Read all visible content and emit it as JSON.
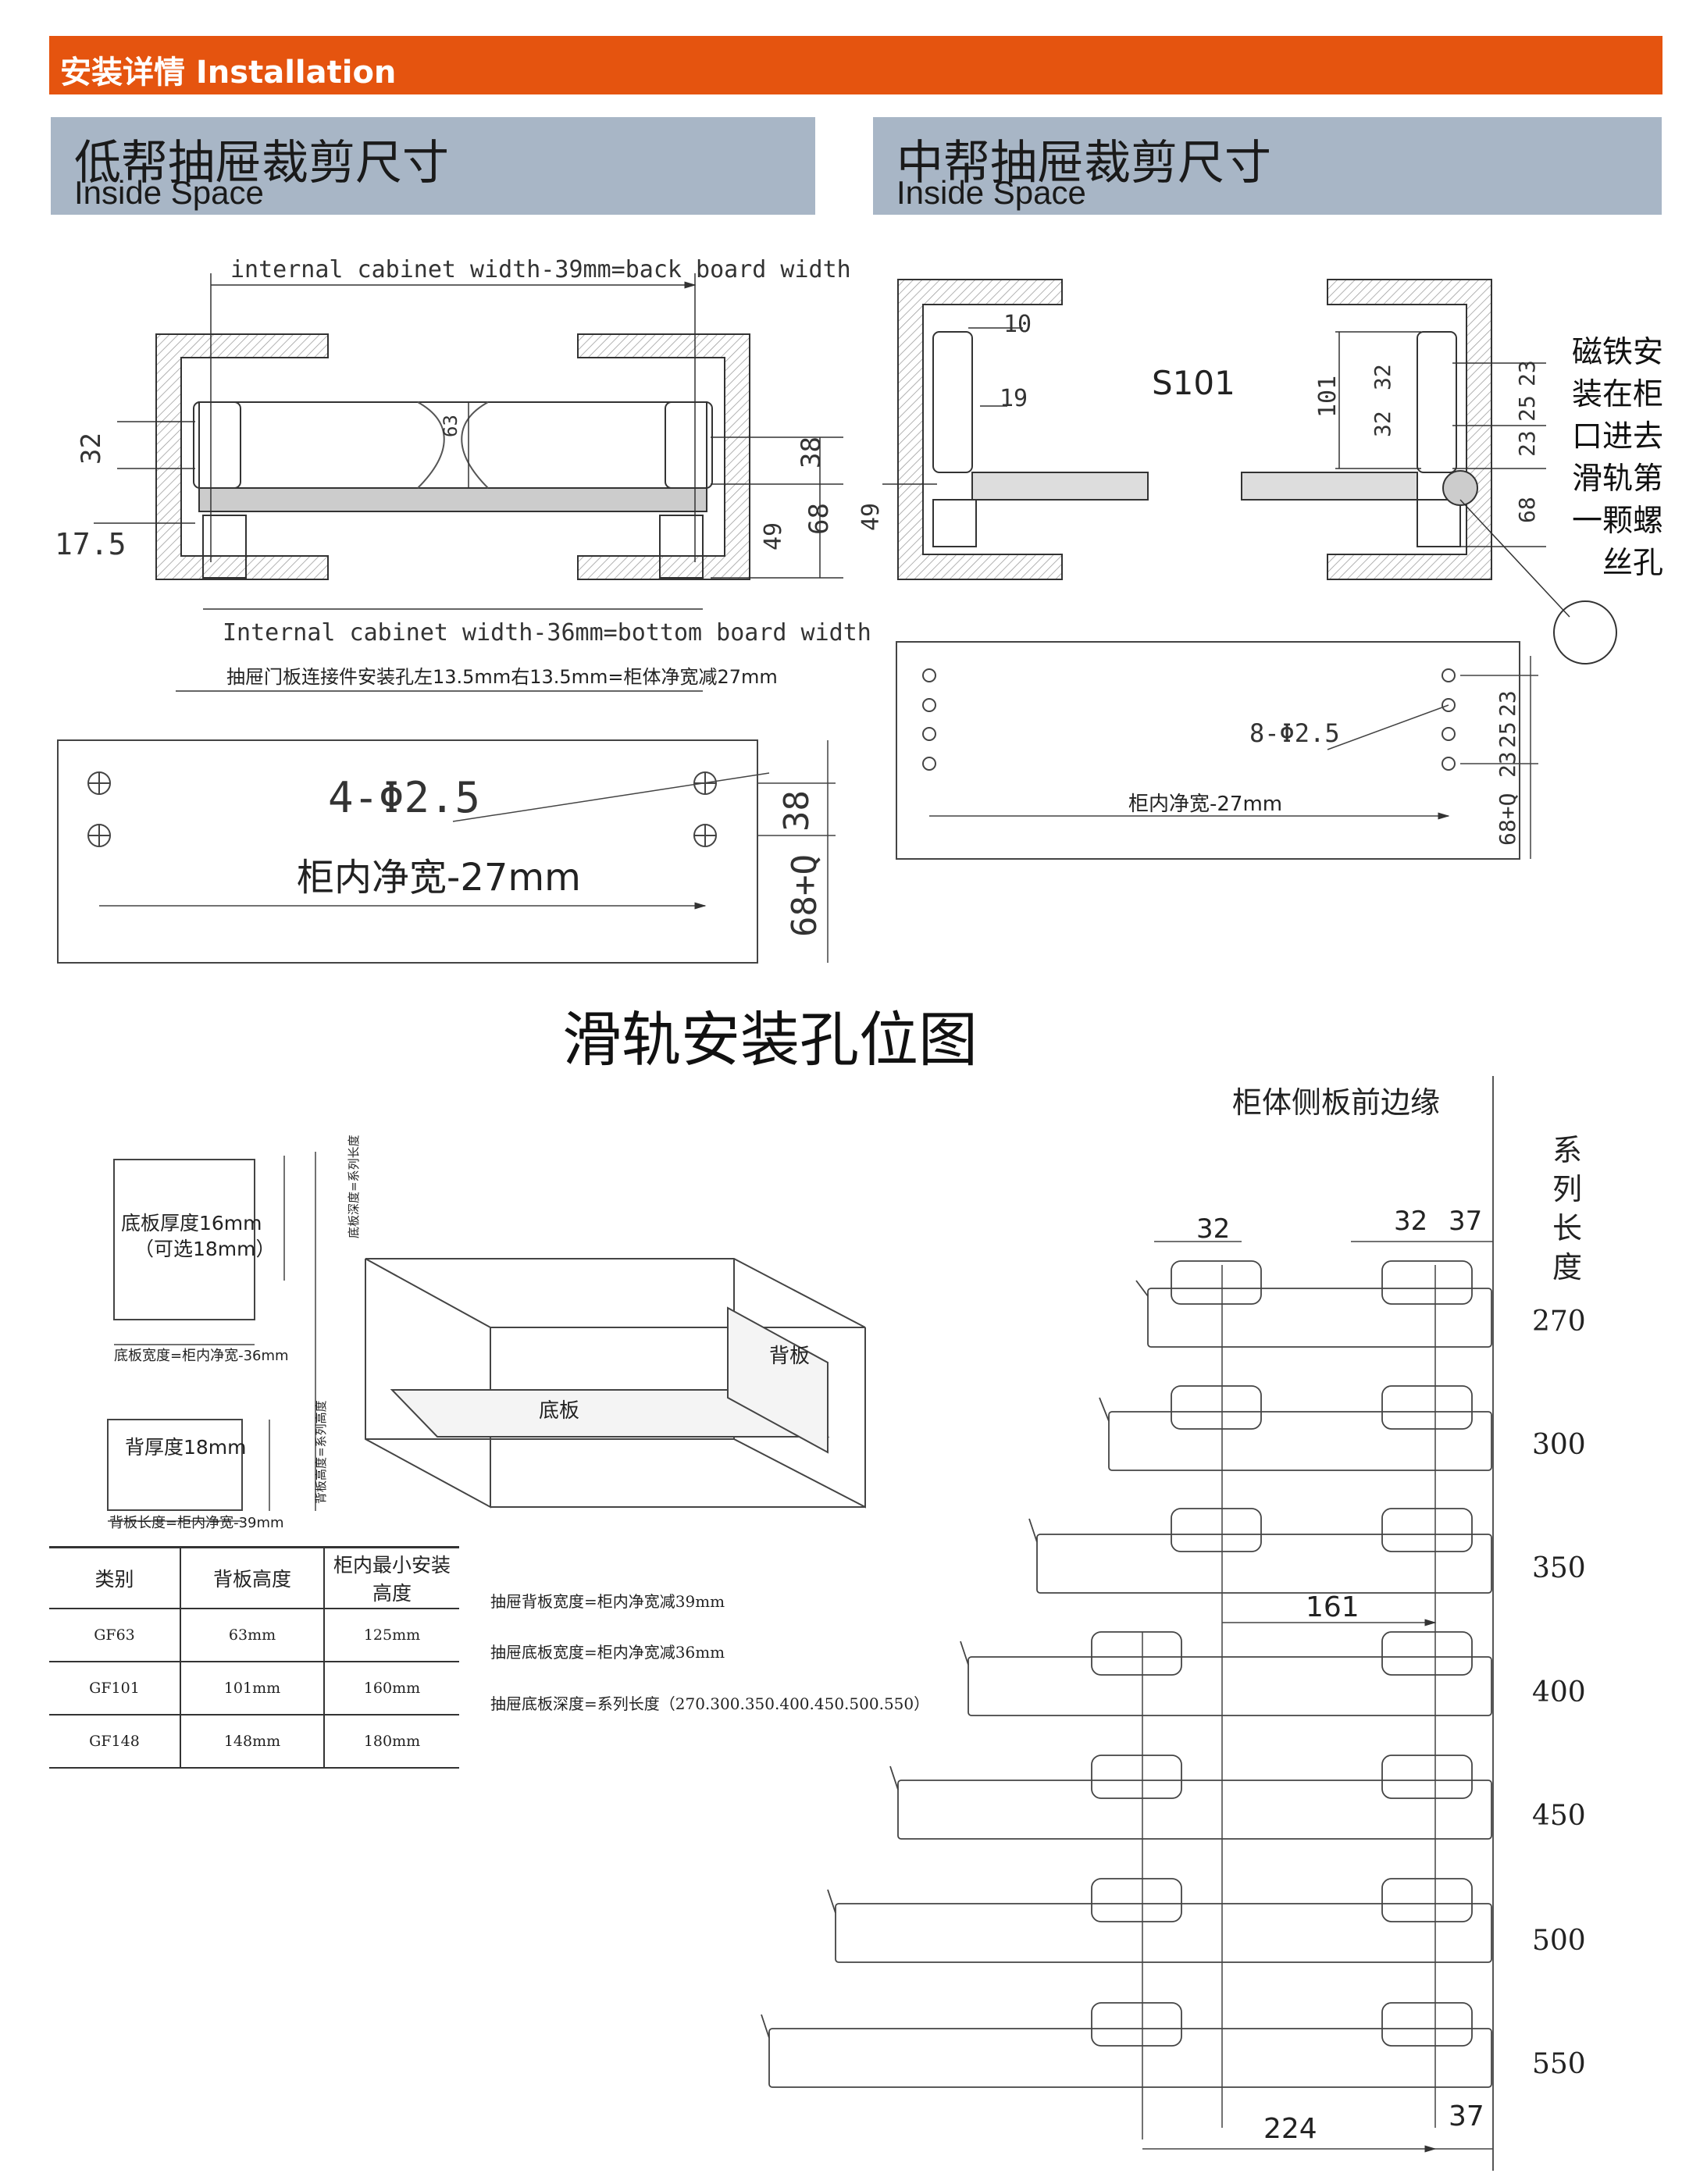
{
  "banner": {
    "title": "安装详情  Installation"
  },
  "sections": [
    {
      "title": "低帮抽屉裁剪尺寸",
      "subtitle": "Inside Space"
    },
    {
      "title": "中帮抽屉裁剪尺寸",
      "subtitle": "Inside Space"
    }
  ],
  "low_drawer": {
    "top_dim": "internal cabinet width-39mm=back board width",
    "bottom_dim": "Internal cabinet width-36mm=bottom board width",
    "connector_note": "抽屉门板连接件安装孔左13.5mm右13.5mm=柜体净宽减27mm",
    "dims": [
      "32",
      "17.5",
      "63",
      "38",
      "68",
      "49"
    ],
    "holes_label": "4-Φ2.5",
    "width_label": "柜内净宽-27mm",
    "hole_dims": [
      "38",
      "68+Q"
    ]
  },
  "mid_drawer": {
    "model": "S101",
    "dims_left": [
      "10",
      "19",
      "49"
    ],
    "dims_right": [
      "101",
      "32",
      "32",
      "23",
      "25",
      "23",
      "68"
    ],
    "holes_label": "8-Φ2.5",
    "width_label": "柜内净宽-27mm",
    "hole_dims": [
      "23",
      "25",
      "23",
      "68+Q"
    ],
    "magnet_note": "磁铁安装在柜口进去滑轨第一颗螺丝孔"
  },
  "rail_section": {
    "title": "滑轨安装孔位图",
    "front_edge": "柜体侧板前边缘",
    "series_label": "系列长度",
    "lengths": [
      "270",
      "300",
      "350",
      "400",
      "450",
      "500",
      "550"
    ],
    "dims": {
      "a": "32",
      "b": "32",
      "c": "37",
      "d": "161",
      "e": "224",
      "f": "37"
    }
  },
  "boards": {
    "bottom_board": "底板厚度16mm",
    "bottom_board_opt": "（可选18mm）",
    "bottom_depth": "底板深度=系列长度",
    "bottom_width": "底板宽度=柜内净宽-36mm",
    "back_board": "背厚度18mm",
    "back_height": "背板高度=系列高度",
    "back_length": "背板长度=柜内净宽-39mm",
    "iso_bottom": "底板",
    "iso_back": "背板"
  },
  "spec_table": {
    "headers": [
      "类别",
      "背板高度",
      "柜内最小安装高度"
    ],
    "rows": [
      [
        "GF63",
        "63mm",
        "125mm"
      ],
      [
        "GF101",
        "101mm",
        "160mm"
      ],
      [
        "GF148",
        "148mm",
        "180mm"
      ]
    ]
  },
  "notes": [
    "抽屉背板宽度=柜内净宽减39mm",
    "抽屉底板宽度=柜内净宽减36mm",
    "抽屉底板深度=系列长度（270.300.350.400.450.500.550）"
  ]
}
